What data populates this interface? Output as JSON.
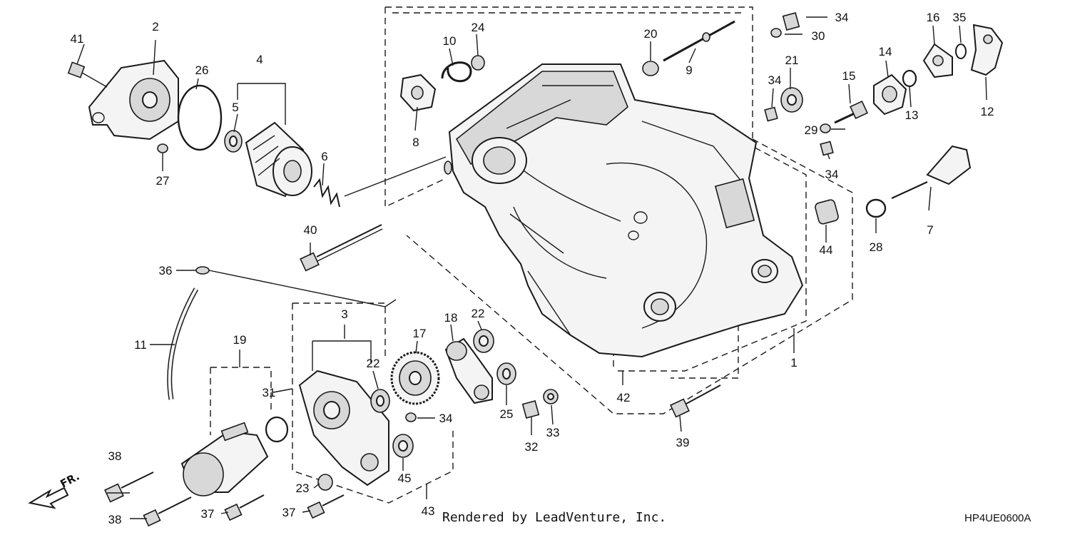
{
  "diagram": {
    "footer_text": "Rendered by LeadVenture, Inc.",
    "diagram_code": "HP4UE0600A",
    "direction_label": "FR.",
    "callouts": {
      "n1": "1",
      "n2": "2",
      "n3": "3",
      "n4": "4",
      "n5": "5",
      "n6": "6",
      "n7": "7",
      "n8": "8",
      "n9": "9",
      "n10": "10",
      "n11": "11",
      "n12": "12",
      "n13": "13",
      "n14": "14",
      "n15": "15",
      "n16": "16",
      "n17": "17",
      "n18": "18",
      "n19": "19",
      "n20": "20",
      "n21": "21",
      "n22": "22",
      "n23": "23",
      "n24": "24",
      "n25": "25",
      "n26": "26",
      "n27": "27",
      "n28": "28",
      "n29": "29",
      "n30": "30",
      "n31": "31",
      "n32": "32",
      "n33": "33",
      "n34": "34",
      "n35": "35",
      "n36": "36",
      "n37": "37",
      "n38": "38",
      "n39": "39",
      "n40": "40",
      "n41": "41",
      "n42": "42",
      "n43": "43",
      "n44": "44",
      "n45": "45"
    }
  }
}
